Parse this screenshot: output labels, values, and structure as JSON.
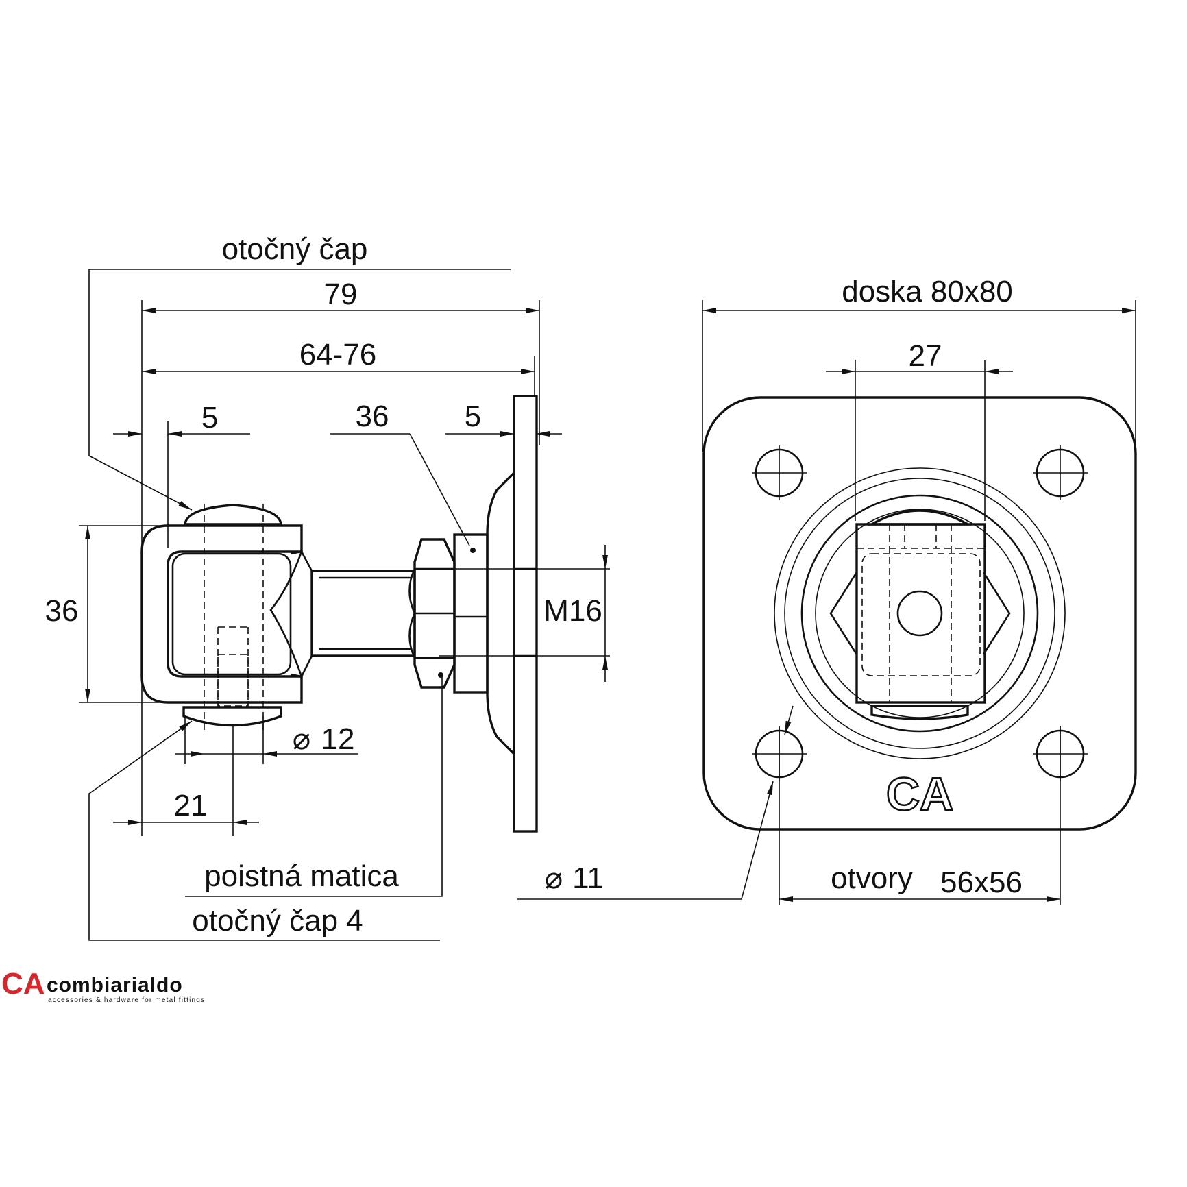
{
  "labels": {
    "pivot_pin": "otočný čap",
    "overall_length": "79",
    "adjust_range": "64-76",
    "gap_left": "5",
    "shaft_width": "36",
    "plate_thickness": "5",
    "eye_height": "36",
    "thread": "M16",
    "pin_diameter": "12",
    "offset": "21",
    "lock_nut": "poistná matica",
    "pivot_pin_4": "otočný čap 4",
    "hole_diameter": "11",
    "plate_size": "doska 80x80",
    "center_width": "27",
    "holes": "otvory",
    "hole_spacing": "56x56",
    "diameter_symbol": "⌀"
  },
  "logo": {
    "mark": "CA",
    "name": "combiarialdo",
    "tagline": "accessories & hardware for metal fittings"
  },
  "colors": {
    "line": "#111111",
    "brand_red": "#d8262c",
    "background": "#ffffff"
  }
}
